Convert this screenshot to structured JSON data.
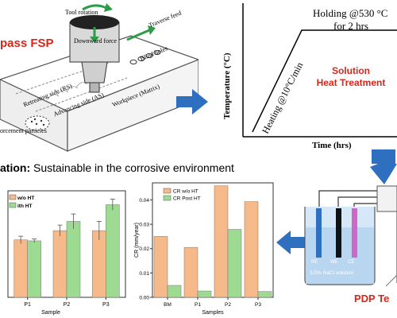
{
  "fsp": {
    "title": "pass FSP",
    "tool_rotation": "Tool rotation",
    "downward_force": "Downward force",
    "traverse_feed": "Traverse feed",
    "blind_holes": "Blind holes",
    "retreating_side": "Retreating side (RS)",
    "advancing_side": "Advancing side (AS)",
    "workpiece": "Workpiece (Matrix)",
    "reinforcement": "orcement particles"
  },
  "heat_treatment": {
    "holding": "Holding @530 °C",
    "duration": "for 2 hrs",
    "heating": "Heating @10°C/min",
    "label_line1": "Solution",
    "label_line2": "Heat Treatment",
    "ylabel": "Temperature (°C)",
    "xlabel": "Time (hrs)"
  },
  "conclusion": {
    "prefix": "ation:",
    "text": "Sustainable in the corrosive environment"
  },
  "pdp": {
    "title": "PDP Te",
    "electrodes": [
      "RE",
      "WE",
      "CE"
    ],
    "solution": "3.5% NaCl solution"
  },
  "colors": {
    "series1": "#f5b98a",
    "series2": "#9ddb93",
    "accent_red": "#d8261c",
    "arrow_blue": "#2f6fc0"
  },
  "chart_data": [
    {
      "type": "bar",
      "title": "",
      "xlabel": "Sample",
      "ylabel": "",
      "categories": [
        "P1",
        "P2",
        "P3"
      ],
      "legend": [
        "w/o HT",
        "ith HT"
      ],
      "series": [
        {
          "name": "w/o HT",
          "values": [
            0.62,
            0.72,
            0.72
          ],
          "errors": [
            0.04,
            0.06,
            0.1
          ]
        },
        {
          "name": "ith HT",
          "values": [
            0.61,
            0.82,
            1.0
          ],
          "errors": [
            0.02,
            0.08,
            0.06
          ]
        }
      ],
      "ylim": [
        0,
        1.15
      ]
    },
    {
      "type": "bar",
      "title": "",
      "xlabel": "Samples",
      "ylabel": "CR (mm/year)",
      "categories": [
        "BM",
        "P1",
        "P2",
        "P3"
      ],
      "series": [
        {
          "name": "CR w/o HT",
          "values": [
            0.025,
            0.0205,
            0.0458,
            0.0393
          ]
        },
        {
          "name": "CR Post HT",
          "values": [
            0.0049,
            0.0026,
            0.0279,
            0.0024
          ]
        }
      ],
      "yticks": [
        "0.00",
        "0.01",
        "0.02",
        "0.03",
        "0.04"
      ],
      "ylim": [
        0,
        0.047
      ],
      "legend_position": "top-left"
    }
  ]
}
